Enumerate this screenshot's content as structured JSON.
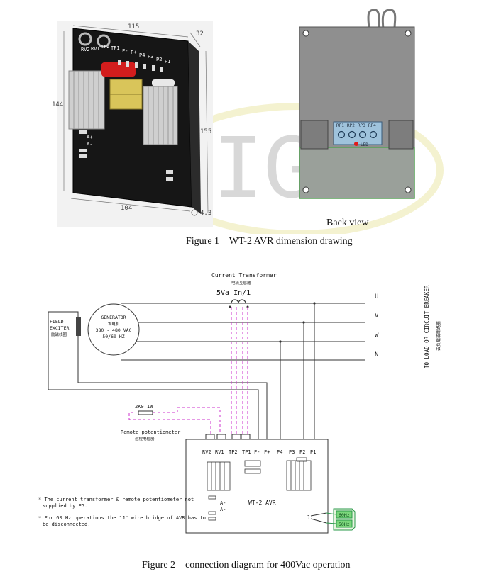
{
  "figure1": {
    "front": {
      "dimensions": {
        "width_top": "115",
        "depth": "32",
        "height_left": "144",
        "height_right": "155",
        "width_bottom": "104",
        "hole": "4.3"
      },
      "terminal_labels": [
        "RV2",
        "RV1",
        "TP2",
        "TP1",
        "F-",
        "F+",
        "P4",
        "P3",
        "P2",
        "P1"
      ],
      "side_labels": [
        "A+",
        "A-"
      ]
    },
    "back": {
      "pot_labels": [
        "RP1",
        "RP2",
        "RP3",
        "RP4"
      ],
      "led_label": "LED",
      "caption": "Back view"
    },
    "caption": "Figure 1    WT-2 AVR dimension drawing",
    "watermark": "IG A"
  },
  "figure2": {
    "ct_title": "Current Transformer",
    "ct_sub": "电流互感器",
    "ct_rating": "5Va In/1",
    "phases": [
      "U",
      "V",
      "W",
      "N"
    ],
    "load_label": "TO LOAD OR CIRCUIT BREAKER",
    "load_label_cn": "去负载或断路器",
    "generator": {
      "title": "GENERATOR",
      "cn": "发电机",
      "voltage": "380 - 480 VAC",
      "freq": "50/60 HZ"
    },
    "exciter": {
      "line1": "FIELD",
      "line2": "EXCITER",
      "cn": "励磁线圈"
    },
    "pot_value": "2K0 1W",
    "remote_pot": "Remote potentiometer",
    "remote_pot_cn": "远程电位器",
    "terminals": [
      "RV2",
      "RV1",
      "TP2",
      "TP1",
      "F-",
      "F+",
      "P4",
      "P3",
      "P2",
      "P1"
    ],
    "avr_name": "WT-2 AVR",
    "avr_side": [
      "A-",
      "A-"
    ],
    "freq_labels": [
      "60Hz",
      "50Hz"
    ],
    "note1_a": "The current transformer & remote potentiometer not",
    "note1_b": "supplied by EG.",
    "note2_a": "For 60 Hz operations the \"J\" wire bridge of AVR has to",
    "note2_b": "be disconnected.",
    "caption": "Figure 2    connection diagram for 400Vac operation"
  }
}
